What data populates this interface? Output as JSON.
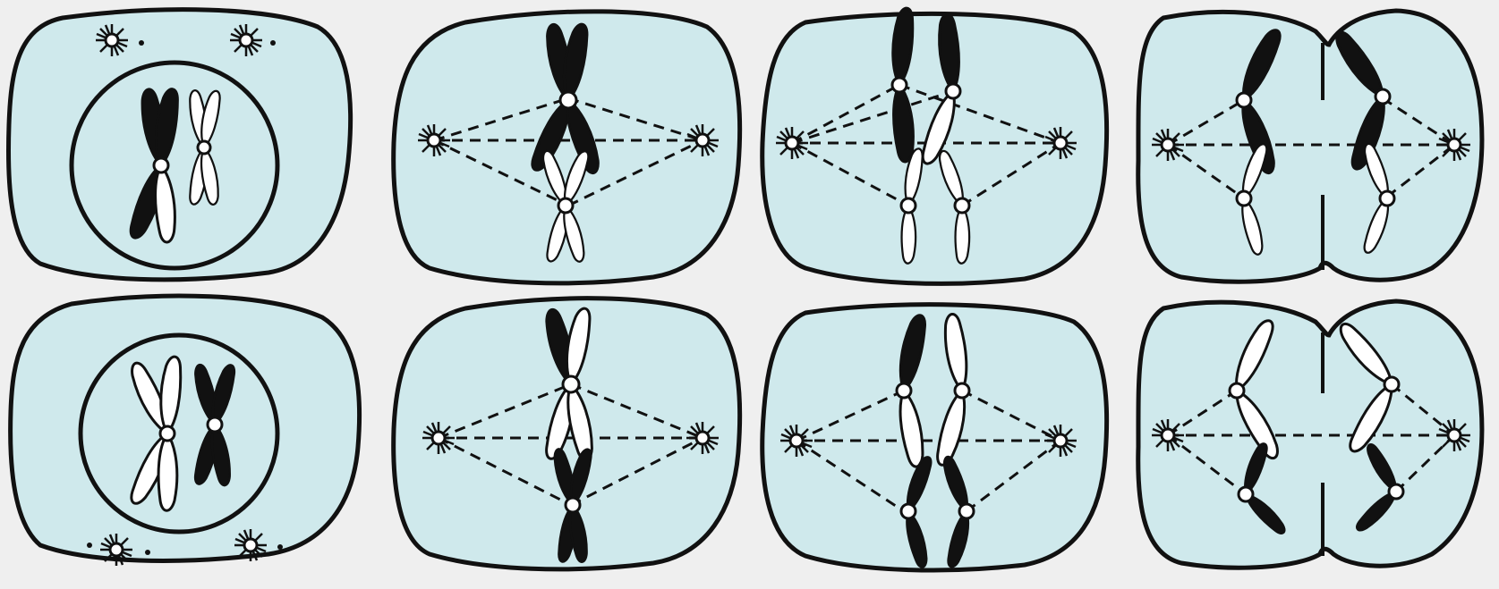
{
  "diagram": {
    "colors": {
      "background": "#efefef",
      "cytoplasm": "#cfe9ec",
      "outline": "#111111",
      "chromosome_dark": "#111111",
      "chromosome_light": "#ffffff"
    },
    "rows": [
      {
        "panels": [
          {
            "stage": "nucleus-with-chromosomes",
            "elements": [
              "cell-membrane",
              "nucleus",
              "centrosome-aster",
              "dark-chromosome",
              "light-chromosome"
            ]
          },
          {
            "stage": "chromosomes-aligned-on-spindle",
            "elements": [
              "cell-membrane",
              "spindle-fibers",
              "centrosome-aster",
              "dark-chromosome",
              "light-chromosome"
            ]
          },
          {
            "stage": "chromatids-separating",
            "elements": [
              "cell-membrane",
              "spindle-fibers",
              "centrosome-aster",
              "dark-chromatids",
              "light-chromatids"
            ]
          },
          {
            "stage": "cell-dividing",
            "elements": [
              "cell-membrane",
              "cleavage-furrow",
              "spindle-fibers",
              "centrosome-aster",
              "dark-chromatids",
              "light-chromatids"
            ]
          }
        ]
      },
      {
        "panels": [
          {
            "stage": "nucleus-with-chromosomes",
            "elements": [
              "cell-membrane",
              "nucleus",
              "centrosome-aster",
              "dark-chromosome",
              "light-chromosome"
            ]
          },
          {
            "stage": "chromosomes-aligned-on-spindle",
            "elements": [
              "cell-membrane",
              "spindle-fibers",
              "centrosome-aster",
              "dark-chromosome",
              "light-chromosome"
            ]
          },
          {
            "stage": "chromatids-separating",
            "elements": [
              "cell-membrane",
              "spindle-fibers",
              "centrosome-aster",
              "dark-chromatids",
              "light-chromatids"
            ]
          },
          {
            "stage": "cell-dividing",
            "elements": [
              "cell-membrane",
              "cleavage-furrow",
              "spindle-fibers",
              "centrosome-aster",
              "dark-chromatids",
              "light-chromatids"
            ]
          }
        ]
      }
    ]
  }
}
